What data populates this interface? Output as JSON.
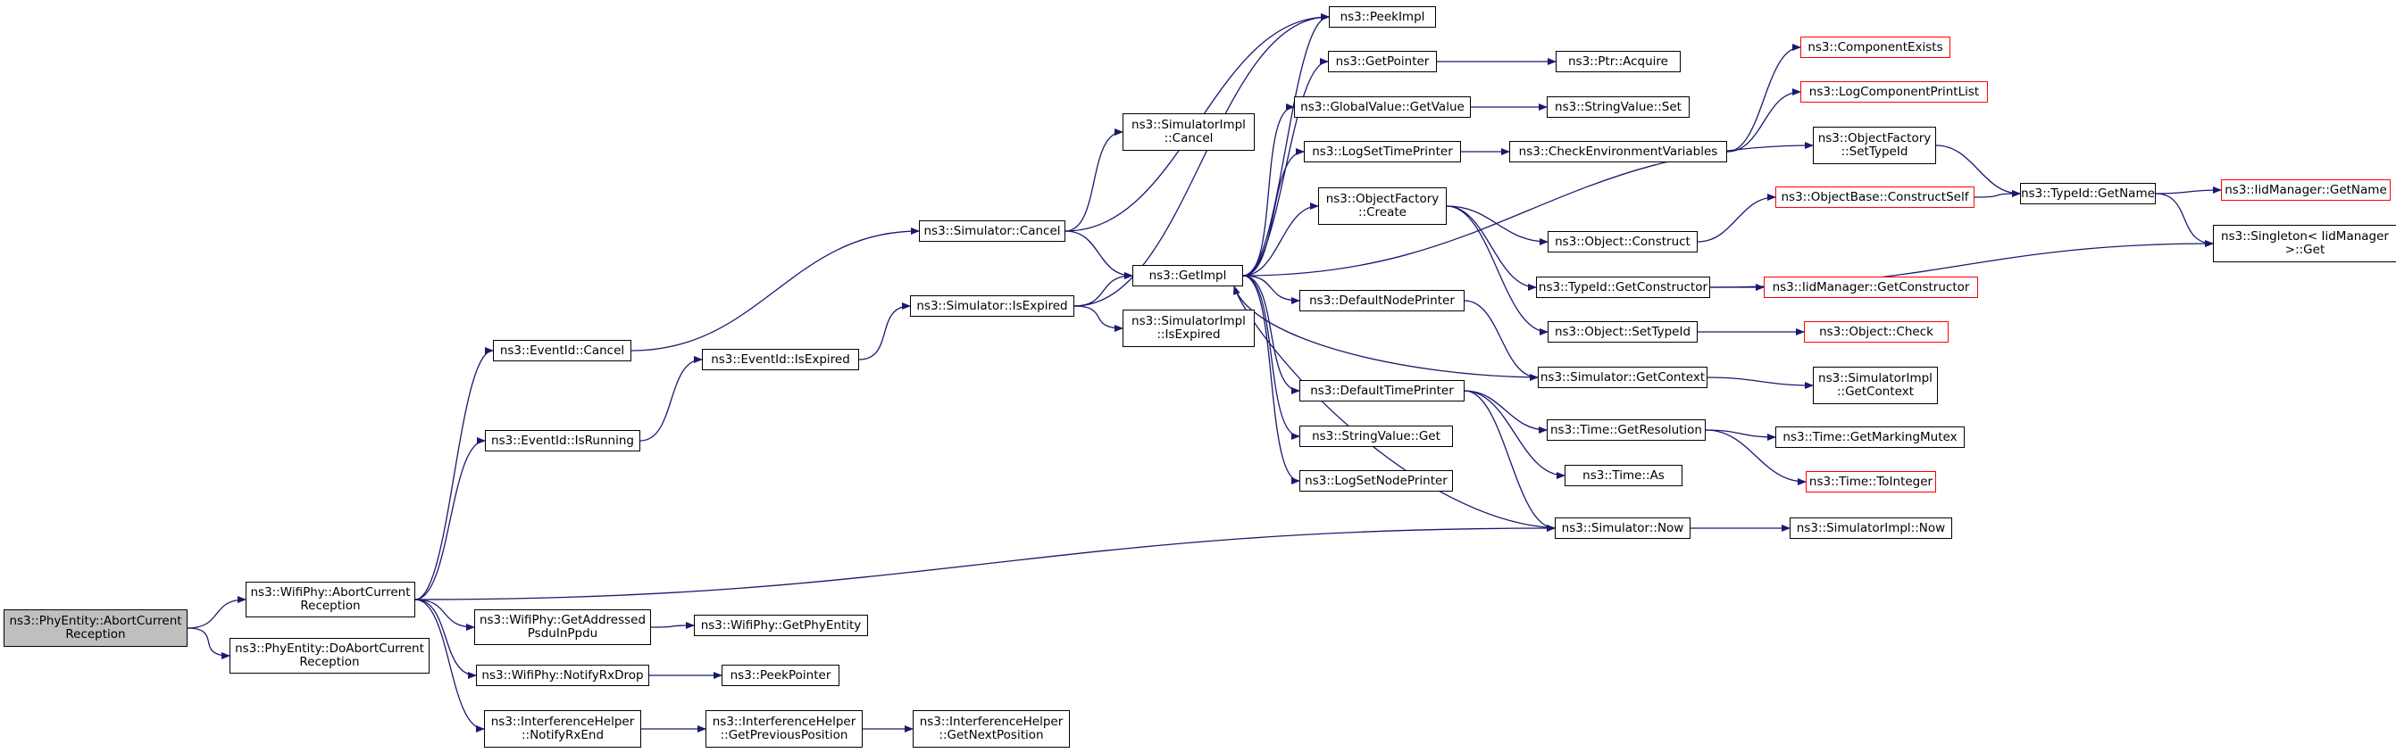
{
  "colors": {
    "edge": "#191970",
    "node_border": "#000000",
    "red_border": "#ff0000",
    "root_fill": "#bfbfbf"
  },
  "nodes": [
    {
      "id": "root",
      "label": "ns3::PhyEntity::AbortCurrent\nReception",
      "style": "root"
    },
    {
      "id": "wifi_abort",
      "label": "ns3::WifiPhy::AbortCurrent\nReception"
    },
    {
      "id": "phy_doabort",
      "label": "ns3::PhyEntity::DoAbortCurrent\nReception"
    },
    {
      "id": "evt_cancel",
      "label": "ns3::EventId::Cancel"
    },
    {
      "id": "evt_running",
      "label": "ns3::EventId::IsRunning"
    },
    {
      "id": "get_addressed",
      "label": "ns3::WifiPhy::GetAddressed\nPsduInPpdu"
    },
    {
      "id": "notify_drop",
      "label": "ns3::WifiPhy::NotifyRxDrop"
    },
    {
      "id": "ih_notify",
      "label": "ns3::InterferenceHelper\n::NotifyRxEnd"
    },
    {
      "id": "evt_expired",
      "label": "ns3::EventId::IsExpired"
    },
    {
      "id": "get_phyentity",
      "label": "ns3::WifiPhy::GetPhyEntity"
    },
    {
      "id": "peek_pointer",
      "label": "ns3::PeekPointer"
    },
    {
      "id": "ih_prev",
      "label": "ns3::InterferenceHelper\n::GetPreviousPosition"
    },
    {
      "id": "ih_next",
      "label": "ns3::InterferenceHelper\n::GetNextPosition"
    },
    {
      "id": "sim_cancel",
      "label": "ns3::Simulator::Cancel"
    },
    {
      "id": "sim_expired",
      "label": "ns3::Simulator::IsExpired"
    },
    {
      "id": "simimpl_cancel",
      "label": "ns3::SimulatorImpl\n::Cancel"
    },
    {
      "id": "get_impl",
      "label": "ns3::GetImpl"
    },
    {
      "id": "simimpl_expired",
      "label": "ns3::SimulatorImpl\n::IsExpired"
    },
    {
      "id": "peek_impl",
      "label": "ns3::PeekImpl"
    },
    {
      "id": "get_pointer",
      "label": "ns3::GetPointer"
    },
    {
      "id": "gv_getvalue",
      "label": "ns3::GlobalValue::GetValue"
    },
    {
      "id": "log_time",
      "label": "ns3::LogSetTimePrinter"
    },
    {
      "id": "objfactory_create",
      "label": "ns3::ObjectFactory\n::Create"
    },
    {
      "id": "default_node",
      "label": "ns3::DefaultNodePrinter"
    },
    {
      "id": "default_time",
      "label": "ns3::DefaultTimePrinter"
    },
    {
      "id": "strval_get",
      "label": "ns3::StringValue::Get"
    },
    {
      "id": "log_node",
      "label": "ns3::LogSetNodePrinter"
    },
    {
      "id": "ptr_acquire",
      "label": "ns3::Ptr::Acquire"
    },
    {
      "id": "strval_set",
      "label": "ns3::StringValue::Set"
    },
    {
      "id": "check_env",
      "label": "ns3::CheckEnvironmentVariables"
    },
    {
      "id": "obj_construct",
      "label": "ns3::Object::Construct"
    },
    {
      "id": "typeid_getctor",
      "label": "ns3::TypeId::GetConstructor"
    },
    {
      "id": "obj_settypeid",
      "label": "ns3::Object::SetTypeId"
    },
    {
      "id": "sim_getcontext",
      "label": "ns3::Simulator::GetContext"
    },
    {
      "id": "time_getres",
      "label": "ns3::Time::GetResolution"
    },
    {
      "id": "time_as",
      "label": "ns3::Time::As"
    },
    {
      "id": "sim_now",
      "label": "ns3::Simulator::Now"
    },
    {
      "id": "comp_exists",
      "label": "ns3::ComponentExists",
      "style": "red"
    },
    {
      "id": "log_print",
      "label": "ns3::LogComponentPrintList",
      "style": "red"
    },
    {
      "id": "of_settypeid",
      "label": "ns3::ObjectFactory\n::SetTypeId"
    },
    {
      "id": "ob_construct_self",
      "label": "ns3::ObjectBase::ConstructSelf",
      "style": "red"
    },
    {
      "id": "iid_getctor",
      "label": "ns3::IidManager::GetConstructor",
      "style": "red"
    },
    {
      "id": "obj_check",
      "label": "ns3::Object::Check",
      "style": "red"
    },
    {
      "id": "simimpl_getcontext",
      "label": "ns3::SimulatorImpl\n::GetContext"
    },
    {
      "id": "time_mutex",
      "label": "ns3::Time::GetMarkingMutex"
    },
    {
      "id": "time_toint",
      "label": "ns3::Time::ToInteger",
      "style": "red"
    },
    {
      "id": "simimpl_now",
      "label": "ns3::SimulatorImpl::Now"
    },
    {
      "id": "typeid_getname",
      "label": "ns3::TypeId::GetName"
    },
    {
      "id": "iid_getname",
      "label": "ns3::IidManager::GetName",
      "style": "red"
    },
    {
      "id": "singleton_get",
      "label": "ns3::Singleton< IidManager\n >::Get"
    }
  ],
  "edges": [
    [
      "root",
      "wifi_abort"
    ],
    [
      "root",
      "phy_doabort"
    ],
    [
      "wifi_abort",
      "evt_cancel"
    ],
    [
      "wifi_abort",
      "evt_running"
    ],
    [
      "wifi_abort",
      "get_addressed"
    ],
    [
      "wifi_abort",
      "notify_drop"
    ],
    [
      "wifi_abort",
      "ih_notify"
    ],
    [
      "wifi_abort",
      "sim_now"
    ],
    [
      "evt_cancel",
      "sim_cancel"
    ],
    [
      "evt_running",
      "evt_expired"
    ],
    [
      "get_addressed",
      "get_phyentity"
    ],
    [
      "notify_drop",
      "peek_pointer"
    ],
    [
      "ih_notify",
      "ih_prev"
    ],
    [
      "ih_prev",
      "ih_next"
    ],
    [
      "evt_expired",
      "sim_expired"
    ],
    [
      "sim_cancel",
      "simimpl_cancel"
    ],
    [
      "sim_cancel",
      "get_impl"
    ],
    [
      "sim_cancel",
      "peek_impl"
    ],
    [
      "sim_expired",
      "get_impl"
    ],
    [
      "sim_expired",
      "simimpl_expired"
    ],
    [
      "sim_expired",
      "peek_impl"
    ],
    [
      "get_impl",
      "peek_impl"
    ],
    [
      "get_impl",
      "get_pointer"
    ],
    [
      "get_impl",
      "gv_getvalue"
    ],
    [
      "get_impl",
      "log_time"
    ],
    [
      "get_impl",
      "of_settypeid"
    ],
    [
      "get_impl",
      "objfactory_create"
    ],
    [
      "get_impl",
      "default_node"
    ],
    [
      "get_impl",
      "default_time"
    ],
    [
      "get_impl",
      "strval_get"
    ],
    [
      "get_impl",
      "log_node"
    ],
    [
      "get_pointer",
      "ptr_acquire"
    ],
    [
      "gv_getvalue",
      "strval_set"
    ],
    [
      "log_time",
      "check_env"
    ],
    [
      "check_env",
      "comp_exists"
    ],
    [
      "check_env",
      "log_print"
    ],
    [
      "objfactory_create",
      "obj_construct"
    ],
    [
      "objfactory_create",
      "typeid_getctor"
    ],
    [
      "objfactory_create",
      "obj_settypeid"
    ],
    [
      "obj_construct",
      "ob_construct_self"
    ],
    [
      "typeid_getctor",
      "iid_getctor"
    ],
    [
      "typeid_getctor",
      "singleton_get"
    ],
    [
      "obj_settypeid",
      "obj_check"
    ],
    [
      "ob_construct_self",
      "typeid_getname"
    ],
    [
      "of_settypeid",
      "typeid_getname"
    ],
    [
      "typeid_getname",
      "iid_getname"
    ],
    [
      "typeid_getname",
      "singleton_get"
    ],
    [
      "default_node",
      "sim_getcontext"
    ],
    [
      "sim_getcontext",
      "get_impl"
    ],
    [
      "sim_getcontext",
      "simimpl_getcontext"
    ],
    [
      "default_time",
      "time_getres"
    ],
    [
      "default_time",
      "time_as"
    ],
    [
      "default_time",
      "sim_now"
    ],
    [
      "time_getres",
      "time_mutex"
    ],
    [
      "time_getres",
      "time_toint"
    ],
    [
      "sim_now",
      "get_impl"
    ],
    [
      "sim_now",
      "simimpl_now"
    ]
  ]
}
